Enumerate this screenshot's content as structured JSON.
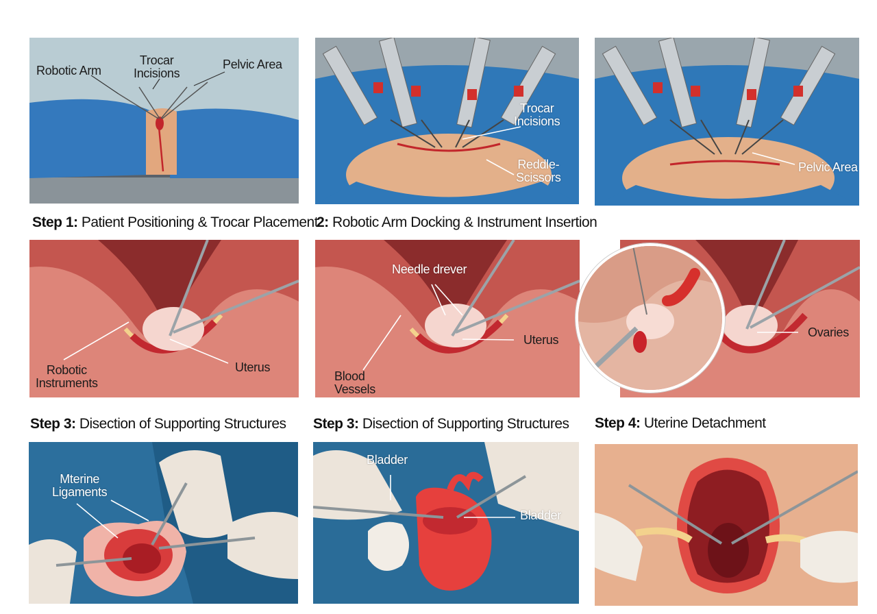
{
  "panels": {
    "p1": {
      "labels": [
        "Robotic Arm",
        "Trocar\nIncisions",
        "Pelvic Area"
      ]
    },
    "p2": {
      "labels": [
        "Trocar\nIncisions",
        "Reddle-\nScissors"
      ]
    },
    "p3": {
      "labels": [
        "Pelvic Area"
      ]
    },
    "p4": {
      "labels": [
        "Robotic\nInstruments",
        "Uterus"
      ]
    },
    "p5": {
      "labels": [
        "Needle drever",
        "Uterus",
        "Blood\nVessels"
      ]
    },
    "p6": {
      "labels": [
        "Ovaries"
      ]
    },
    "p7": {
      "labels": [
        "Mterine\nLigaments"
      ]
    },
    "p8": {
      "labels": [
        "Bladder",
        "Bladder"
      ]
    },
    "p9": {
      "labels": []
    }
  },
  "captions": [
    {
      "prefix": "Step 1:",
      "text": " Patient Positioning & Trocar Placement"
    },
    {
      "prefix": "2:",
      "text": " Robotic Arm Docking & Instrument Insertion"
    },
    {
      "prefix": "Step 3:",
      "text": " Disection of Supporting Structures"
    },
    {
      "prefix": "Step 3:",
      "text": " Disection of Supporting Structures"
    },
    {
      "prefix": "Step 4:",
      "text": " Uterine Detachment"
    }
  ],
  "colors": {
    "drape": "#2f78b8",
    "tissue": "#e07d72",
    "skin": "#e9b48e",
    "glove": "#f1ece4"
  }
}
